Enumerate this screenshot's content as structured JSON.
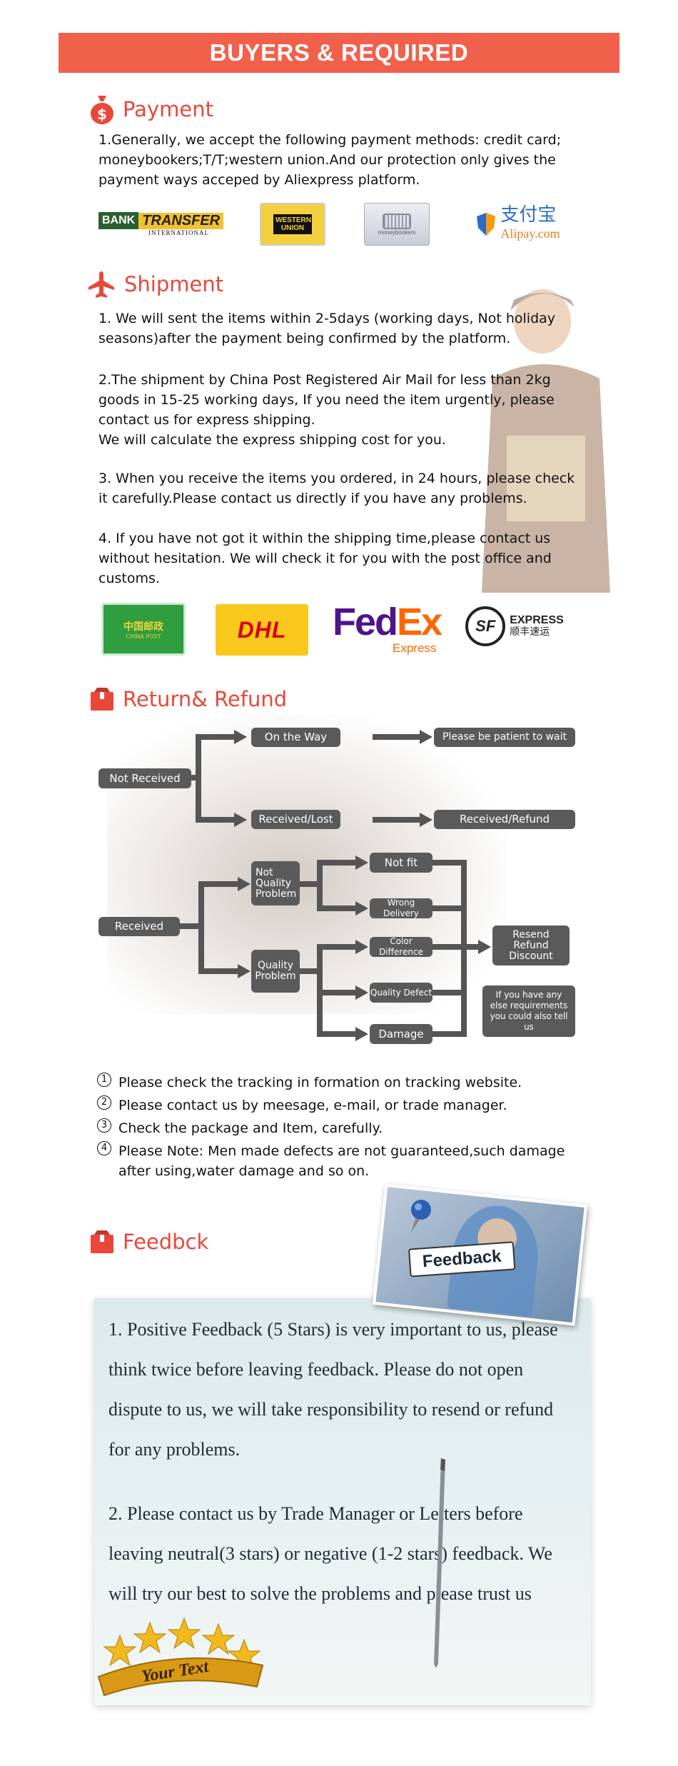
{
  "banner": {
    "title": "BUYERS & REQUIRED"
  },
  "payment": {
    "heading": "Payment",
    "text": "1.Generally, we accept the following payment methods: credit card; moneybookers;T/T;western union.And our protection only gives the payment ways acceped by Aliexpress platform.",
    "logos": {
      "bank": {
        "word1": "BANK",
        "word2": "TRANSFER",
        "sub": "INTERNATIONAL"
      },
      "western": {
        "text": "WESTERN UNION"
      },
      "moneybookers": {
        "text": "moneybookers"
      },
      "alipay": {
        "cn": "支付宝",
        "en": "Alipay.com"
      }
    }
  },
  "shipment": {
    "heading": "Shipment",
    "p1": "1. We will sent the items within 2-5days (working days, Not holiday seasons)after the payment being confirmed by the platform.",
    "p2a": "2.The shipment by China Post Registered Air Mail for less than  2kg goods in 15-25 working days, If  you need the item urgently, please contact us for express shipping.",
    "p2b": "We will calculate the express shipping cost for you.",
    "p3": "3. When you receive the items you ordered, in 24 hours, please check  it carefully.Please contact us directly if you have any problems.",
    "p4": "4. If you have not got it within the shipping time,please contact us without hesitation. We will check it for you with the post office and customs.",
    "logos": {
      "chinapost": {
        "cn": "中国邮政",
        "en": "CHINA POST"
      },
      "dhl": {
        "text": "DHL"
      },
      "fedex": {
        "fed": "Fed",
        "ex": "Ex",
        "sub": "Express"
      },
      "sf": {
        "mark": "SF",
        "express": "EXPRESS",
        "cn": "顺丰速运"
      }
    }
  },
  "refund": {
    "heading": "Return& Refund",
    "flow": {
      "not_received": "Not Received",
      "on_the_way": "On the Way",
      "patient": "Please be patient to wait",
      "received_lost": "Received/Lost",
      "received_refund": "Received/Refund",
      "received": "Received",
      "not_quality": "Not Quality Problem",
      "quality": "Quality Problem",
      "not_fit": "Not fit",
      "wrong_delivery": "Wrong Delivery",
      "color_difference": "Color Difference",
      "quality_defect": "Quality Defect",
      "damage": "Damage",
      "resend": "Resend Refund Discount",
      "else_req": "If you have any else requirements you could also tell us"
    },
    "notes": [
      {
        "num": "1",
        "text": "Please check the tracking in formation on tracking website."
      },
      {
        "num": "2",
        "text": "Please contact us by meesage, e-mail, or trade manager."
      },
      {
        "num": "3",
        "text": "Check the package and Item, carefully."
      },
      {
        "num": "4",
        "text": "Please Note: Men made defects  are not guaranteed,such damage after using,water damage and so on."
      }
    ]
  },
  "feedback": {
    "heading": "Feedbck",
    "sign": "Feedback",
    "p1": "1. Positive Feedback (5 Stars) is very important to us, please think twice before leaving feedback. Please do not open dispute to us,   we will take responsibility to resend or refund for any problems.",
    "p2": "2. Please contact us by Trade Manager or Letters before leaving neutral(3 stars) or negative (1-2 stars) feedback. We will try our best to solve the problems and please trust us",
    "ribbon": "Your Text"
  },
  "colors": {
    "accent": "#f1604b",
    "heading": "#e8473a",
    "box": "#5a5a5a"
  }
}
